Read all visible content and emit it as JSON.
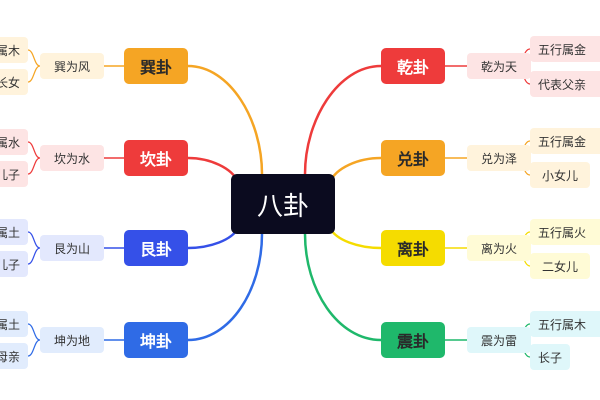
{
  "center": {
    "label": "八卦"
  },
  "branches": {
    "xun": {
      "main": "巽卦",
      "mid": "巽为风",
      "leaf1": "属木",
      "leaf2": "长女",
      "color": "#f5a524",
      "mainText": "#2a2a2a",
      "midBg": "#fff3dc",
      "midText": "#333333",
      "leafBg": "#fff3dc"
    },
    "kan": {
      "main": "坎卦",
      "mid": "坎为水",
      "leaf1": "属水",
      "leaf2": "儿子",
      "color": "#ee3b3b",
      "mainText": "#ffffff",
      "midBg": "#fde4e4",
      "midText": "#333333",
      "leafBg": "#fde4e4"
    },
    "gen": {
      "main": "艮卦",
      "mid": "艮为山",
      "leaf1": "属土",
      "leaf2": "儿子",
      "color": "#3550e8",
      "mainText": "#ffffff",
      "midBg": "#e3e8fd",
      "midText": "#333333",
      "leafBg": "#e3e8fd"
    },
    "kun": {
      "main": "坤卦",
      "mid": "坤为地",
      "leaf1": "属土",
      "leaf2": "母亲",
      "color": "#2f6be6",
      "mainText": "#ffffff",
      "midBg": "#e1ecfd",
      "midText": "#333333",
      "leafBg": "#e1ecfd"
    },
    "qian": {
      "main": "乾卦",
      "mid": "乾为天",
      "leaf1": "五行属金",
      "leaf2": "代表父亲",
      "color": "#ee3b3b",
      "mainText": "#ffffff",
      "midBg": "#fde4e4",
      "midText": "#333333",
      "leafBg": "#fde4e4"
    },
    "dui": {
      "main": "兑卦",
      "mid": "兑为泽",
      "leaf1": "五行属金",
      "leaf2": "小女儿",
      "color": "#f5a524",
      "mainText": "#2a2a2a",
      "midBg": "#fff3dc",
      "midText": "#333333",
      "leafBg": "#fff3dc"
    },
    "li": {
      "main": "离卦",
      "mid": "离为火",
      "leaf1": "五行属火",
      "leaf2": "二女儿",
      "color": "#f5dc00",
      "mainText": "#2a2a2a",
      "midBg": "#fffbd6",
      "midText": "#333333",
      "leafBg": "#fffbd6"
    },
    "zhen": {
      "main": "震卦",
      "mid": "震为雷",
      "leaf1": "五行属木",
      "leaf2": "长子",
      "color": "#1fb86b",
      "mainText": "#2a2a2a",
      "midBg": "#dff7fa",
      "midText": "#333333",
      "leafBg": "#dff7fa"
    }
  }
}
